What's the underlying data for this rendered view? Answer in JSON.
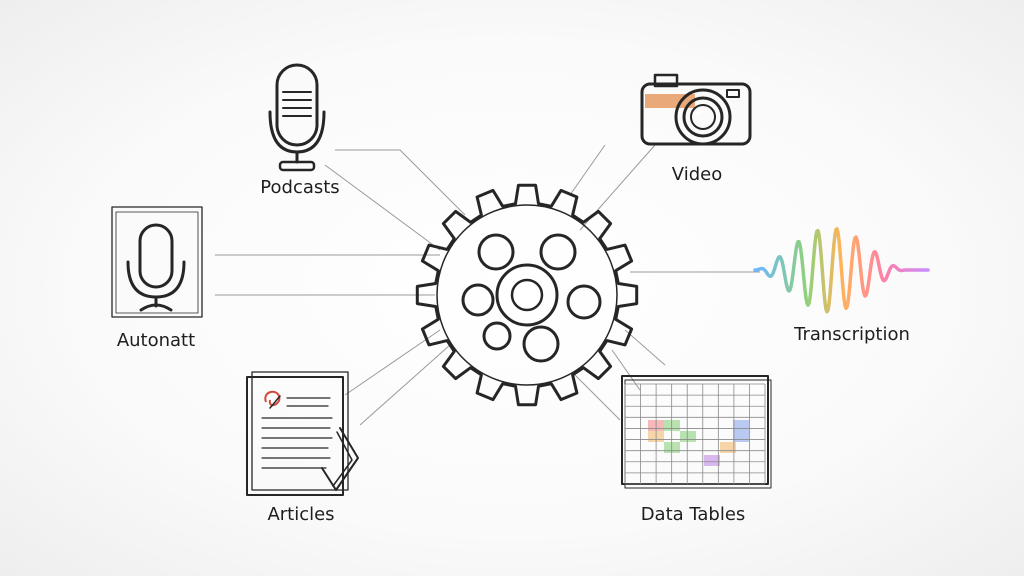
{
  "nodes": {
    "podcasts": {
      "label": "Podcasts",
      "icon": "microphone-icon"
    },
    "autonatt": {
      "label": "Autonatt",
      "icon": "microphone-icon"
    },
    "articles": {
      "label": "Articles",
      "icon": "document-icon"
    },
    "video": {
      "label": "Video",
      "icon": "camera-icon"
    },
    "transcription": {
      "label": "Transcription",
      "icon": "waveform-icon"
    },
    "data_tables": {
      "label": "Data Tables",
      "icon": "spreadsheet-icon"
    }
  },
  "hub": {
    "icon": "gear-icon"
  },
  "colors": {
    "ink": "#262626",
    "connector": "#9a9a9a",
    "camera_accent": "#e7a06a",
    "wave_gradient": [
      "#6fb7ff",
      "#8fd17a",
      "#ffb35a",
      "#ff7fa8",
      "#c98bff"
    ],
    "table_cells": [
      "#f6b8b8",
      "#b8e3b0",
      "#f6d6a8",
      "#b9c9f2",
      "#d9b8ef"
    ]
  }
}
